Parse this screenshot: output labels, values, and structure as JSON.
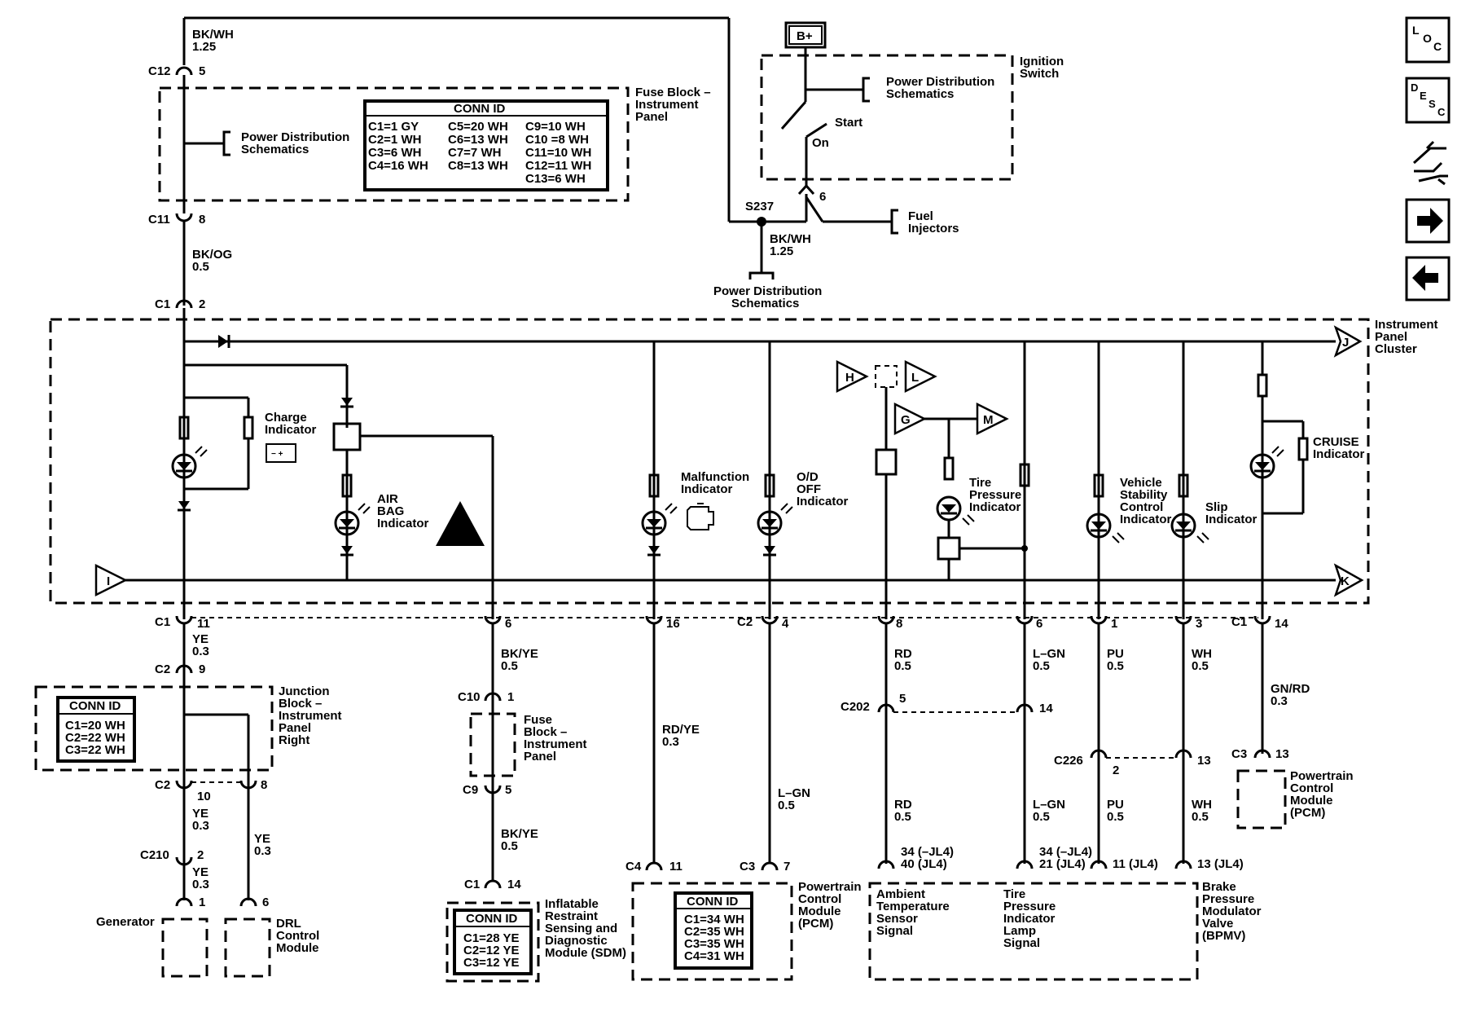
{
  "top": {
    "bkwh_wire": "BK/WH",
    "bkwh_size": "1.25",
    "c12": "C12",
    "c12_pin": "5",
    "fuse_block_title": [
      "Fuse Block –",
      "Instrument",
      "Panel"
    ],
    "pds_label": [
      "Power Distribution",
      "Schematics"
    ],
    "conn_header": "CONN ID",
    "conn_cols": [
      [
        "C1=1 GY",
        "C2=1 WH",
        "C3=6 WH",
        "C4=16 WH"
      ],
      [
        "C5=20 WH",
        "C6=13 WH",
        "C7=7 WH",
        "C8=13 WH"
      ],
      [
        "C9=10 WH",
        "C10 =8 WH",
        "C11=10 WH",
        "C12=11 WH",
        "C13=6 WH"
      ]
    ],
    "c11": "C11",
    "c11_pin": "8",
    "bkog_wire": "BK/OG",
    "bkog_size": "0.5",
    "c1": "C1",
    "c1_pin": "2"
  },
  "ignition": {
    "bplus": "B+",
    "pds_label": [
      "Power Distribution",
      "Schematics"
    ],
    "title": [
      "Ignition",
      "Switch"
    ],
    "start": "Start",
    "on": "On",
    "s237": "S237",
    "pin6": "6",
    "fuel": [
      "Fuel",
      "Injectors"
    ],
    "bkwh_wire": "BK/WH",
    "bkwh_size": "1.25",
    "pds_bottom": [
      "Power Distribution",
      "Schematics"
    ]
  },
  "nav": {
    "loc": "LOC",
    "desc": "DESC"
  },
  "cluster": {
    "title": [
      "Instrument",
      "Panel",
      "Cluster"
    ],
    "flags": {
      "j": "J",
      "i": "I",
      "k": "K",
      "h": "H",
      "l": "L",
      "g": "G",
      "m": "M"
    },
    "charge": [
      "Charge",
      "Indicator"
    ],
    "airbag": [
      "AIR",
      "BAG",
      "Indicator"
    ],
    "malfunction": [
      "Malfunction",
      "Indicator"
    ],
    "od_off": [
      "O/D",
      "OFF",
      "Indicator"
    ],
    "tire_pressure": [
      "Tire",
      "Pressure",
      "Indicator"
    ],
    "vsc": [
      "Vehicle",
      "Stability",
      "Control",
      "Indicator"
    ],
    "slip": [
      "Slip",
      "Indicator"
    ],
    "cruise": [
      "CRUISE",
      "Indicator"
    ]
  },
  "bottom": {
    "c1": "C1",
    "pin11": "11",
    "pin6": "6",
    "pin16": "16",
    "c2": "C2",
    "pin4": "4",
    "pin8": "8",
    "pin6b": "6",
    "pin1": "1",
    "pin3": "3",
    "c1r": "C1",
    "pin14": "14",
    "ye03a": [
      "YE",
      "0.3"
    ],
    "c2_9": "C2",
    "pin9": "9",
    "jb_title": [
      "Junction",
      "Block –",
      "Instrument",
      "Panel",
      "Right"
    ],
    "jb_conn_header": "CONN ID",
    "jb_conn": [
      "C1=20 WH",
      "C2=22 WH",
      "C3=22 WH"
    ],
    "c2_10": "C2",
    "pin10": "10",
    "pin8b": "8",
    "ye03b": [
      "YE",
      "0.3"
    ],
    "ye03c": [
      "YE",
      "0.3"
    ],
    "c210": "C210",
    "pin2": "2",
    "ye03d": [
      "YE",
      "0.3"
    ],
    "pin1g": "1",
    "pin6d": "6",
    "generator": "Generator",
    "drl": [
      "DRL",
      "Control",
      "Module"
    ],
    "bkye05": [
      "BK/YE",
      "0.5"
    ],
    "c10": "C10",
    "pin1c": "1",
    "fuse_block2": [
      "Fuse",
      "Block –",
      "Instrument",
      "Panel"
    ],
    "c9": "C9",
    "pin5": "5",
    "bkye05b": [
      "BK/YE",
      "0.5"
    ],
    "c1_14": "C1",
    "pin14b": "14",
    "sdm_conn_header": "CONN ID",
    "sdm_conn": [
      "C1=28 YE",
      "C2=12 YE",
      "C3=12 YE"
    ],
    "sdm_title": [
      "Inflatable",
      "Restraint",
      "Sensing and",
      "Diagnostic",
      "Module (SDM)"
    ],
    "rdye03": [
      "RD/YE",
      "0.3"
    ],
    "lgn05": [
      "L–GN",
      "0.5"
    ],
    "c4": "C4",
    "pin11b": "11",
    "c3": "C3",
    "pin7": "7",
    "pcm_conn_header": "CONN ID",
    "pcm_conn": [
      "C1=34 WH",
      "C2=35 WH",
      "C3=35 WH",
      "C4=31 WH"
    ],
    "pcm_title": [
      "Powertrain",
      "Control",
      "Module",
      "(PCM)"
    ],
    "rd05": [
      "RD",
      "0.5"
    ],
    "lgn05b": [
      "L–GN",
      "0.5"
    ],
    "pu05": [
      "PU",
      "0.5"
    ],
    "wh05": [
      "WH",
      "0.5"
    ],
    "c202": "C202",
    "pin5b": "5",
    "pin14c": "14",
    "c226": "C226",
    "pin2b": "2",
    "pin13": "13",
    "rd05b": [
      "RD",
      "0.5"
    ],
    "lgn05c": [
      "L–GN",
      "0.5"
    ],
    "pu05b": [
      "PU",
      "0.5"
    ],
    "wh05b": [
      "WH",
      "0.5"
    ],
    "pin_a": [
      "34 (–JL4)",
      "40 (JL4)"
    ],
    "pin_b": [
      "34 (–JL4)",
      "21 (JL4)"
    ],
    "pin_c": "11 (JL4)",
    "pin_d": "13 (JL4)",
    "ambient": [
      "Ambient",
      "Temperature",
      "Sensor",
      "Signal"
    ],
    "tire_lamp": [
      "Tire",
      "Pressure",
      "Indicator",
      "Lamp",
      "Signal"
    ],
    "bpmv": [
      "Brake",
      "Pressure",
      "Modulator",
      "Valve",
      "(BPMV)"
    ],
    "gnrd03": [
      "GN/RD",
      "0.3"
    ],
    "c3_13": "C3",
    "pin13b": "13",
    "pcm2_title": [
      "Powertrain",
      "Control",
      "Module",
      "(PCM)"
    ]
  }
}
